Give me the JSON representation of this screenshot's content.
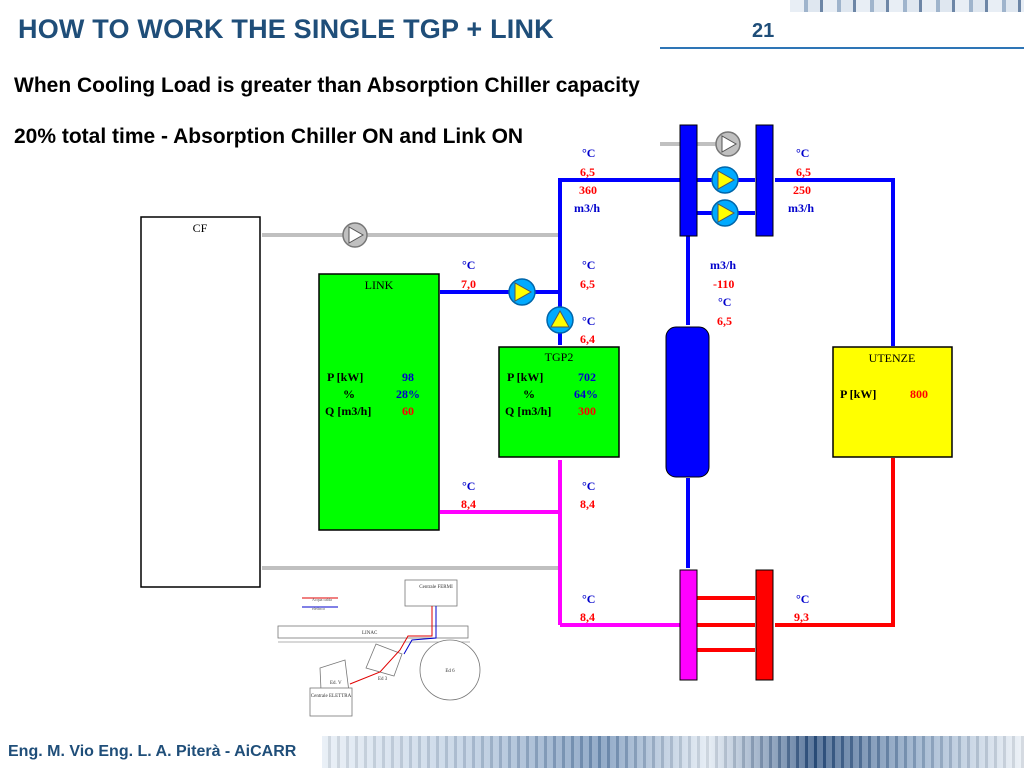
{
  "header": {
    "title": "HOW TO WORK THE SINGLE TGP + LINK",
    "page_number": "21"
  },
  "subtitle_1": "When Cooling Load is greater than Absorption Chiller capacity",
  "subtitle_2": "20% total time -  Absorption Chiller ON and Link ON",
  "footer": {
    "authors": "Eng. M. Vio Eng. L. A. Piterà - AiCARR"
  },
  "units": {
    "celsius": "°C",
    "flow": "m3/h"
  },
  "blocks": {
    "cf": {
      "label": "CF"
    },
    "link": {
      "label": "LINK",
      "p_label": "P [kW]",
      "p_value": "98",
      "pct_label": "%",
      "pct_value": "28%",
      "q_label": "Q [m3/h]",
      "q_value": "60"
    },
    "tgp2": {
      "label": "TGP2",
      "p_label": "P [kW]",
      "p_value": "702",
      "pct_label": "%",
      "pct_value": "64%",
      "q_label": "Q [m3/h]",
      "q_value": "300"
    },
    "utenze": {
      "label": "UTENZE",
      "p_label": "P [kW]",
      "p_value": "800"
    }
  },
  "readings": {
    "top_left_temp": "6,5",
    "top_left_flow": "360",
    "top_right_temp": "6,5",
    "top_right_flow": "250",
    "link_out_temp": "7,0",
    "junction_temp": "6,5",
    "tgp2_in_temp": "6,4",
    "mid_flow": "-110",
    "mid_temp": "6,5",
    "link_return_temp": "8,4",
    "tgp2_return_temp": "8,4",
    "bottom_left_temp": "8,4",
    "bottom_right_temp": "9,3"
  },
  "site_map": {
    "centrale_fermi": "Centrale FERMI",
    "linac": "LINAC",
    "centrale_elettra": "Centrale ELETTRA",
    "ed_v": "Ed. V",
    "ed_6": "Ed 6",
    "ed_3": "Ed 3",
    "legend_1": "Acqua calda",
    "legend_2": "elettrico"
  },
  "colors": {
    "cold_pipe": "#0000ff",
    "hot_pipe": "#ff00ff",
    "return_pipe": "#ff0000",
    "idle_pipe": "#c0c0c0",
    "link_fill": "#00ff00",
    "utenze_fill": "#ffff00",
    "pump_active": "#ffff00",
    "pump_active_ring": "#00aaff",
    "pump_idle": "#c0c0c0",
    "value_red": "#ff0000",
    "value_blue": "#0000cc",
    "value_black": "#000000",
    "header_blue": "#1f4e79"
  },
  "icons": [
    "pump-icon"
  ]
}
